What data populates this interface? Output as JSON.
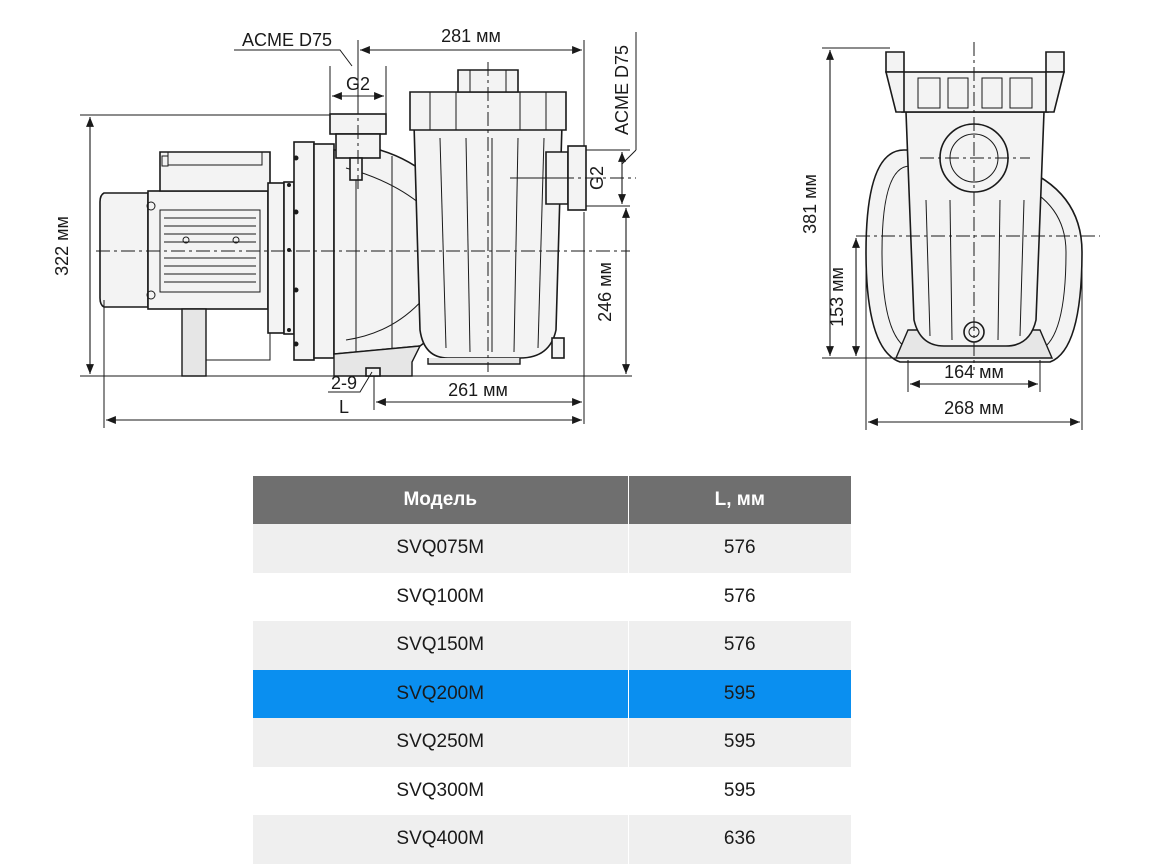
{
  "drawing": {
    "side_view": {
      "inlet_thread": "ACME D75",
      "inlet_pipe": "G2",
      "dim_length_pump_head": "281 мм",
      "outlet_thread": "ACME D75",
      "outlet_pipe": "G2",
      "dim_total_height": "322 мм",
      "dim_outlet_height": "246 мм",
      "dim_drain": "2-9",
      "dim_base": "261 мм",
      "dim_total_length": "L"
    },
    "front_view": {
      "dim_total_height": "381 мм",
      "dim_axis_height": "153 мм",
      "dim_feet_spacing": "164 мм",
      "dim_total_width": "268 мм"
    }
  },
  "table": {
    "headers": [
      "Модель",
      "L, мм"
    ],
    "rows": [
      {
        "model": "SVQ075M",
        "length": "576",
        "highlighted": false
      },
      {
        "model": "SVQ100M",
        "length": "576",
        "highlighted": false
      },
      {
        "model": "SVQ150M",
        "length": "576",
        "highlighted": false
      },
      {
        "model": "SVQ200M",
        "length": "595",
        "highlighted": true
      },
      {
        "model": "SVQ250M",
        "length": "595",
        "highlighted": false
      },
      {
        "model": "SVQ300M",
        "length": "595",
        "highlighted": false
      },
      {
        "model": "SVQ400M",
        "length": "636",
        "highlighted": false
      }
    ],
    "highlight_color": "#0a8ff0",
    "header_color": "#6f6f6f"
  }
}
